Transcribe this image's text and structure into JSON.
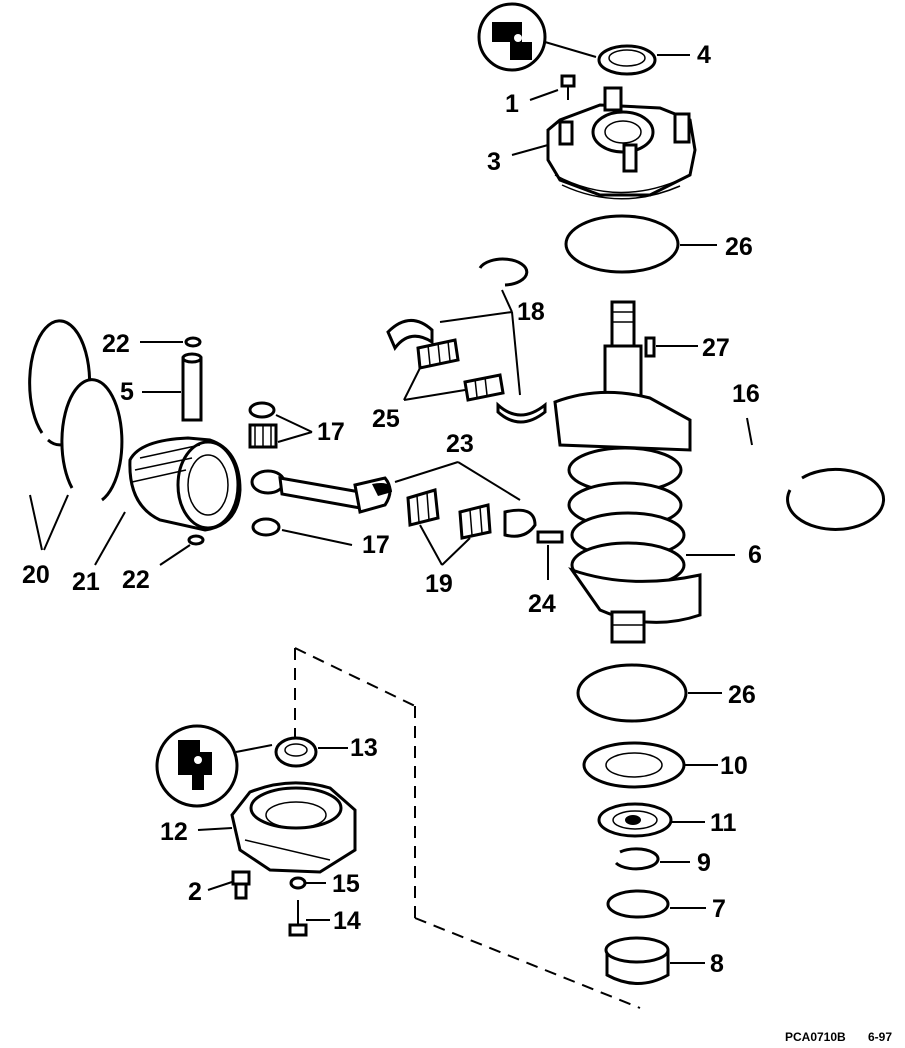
{
  "diagram": {
    "callouts": {
      "c1": "1",
      "c2": "2",
      "c3": "3",
      "c4": "4",
      "c5": "5",
      "c6": "6",
      "c7": "7",
      "c8": "8",
      "c9": "9",
      "c10": "10",
      "c11": "11",
      "c12": "12",
      "c13": "13",
      "c14": "14",
      "c15": "15",
      "c16": "16",
      "c17a": "17",
      "c17b": "17",
      "c18": "18",
      "c19": "19",
      "c20": "20",
      "c21": "21",
      "c22a": "22",
      "c22b": "22",
      "c23": "23",
      "c24": "24",
      "c25": "25",
      "c26a": "26",
      "c26b": "26",
      "c27": "27"
    },
    "icons": [
      "sealant-icon-top",
      "sealant-icon-bottom"
    ]
  },
  "footer": {
    "code": "PCA0710B",
    "date": "6-97"
  }
}
